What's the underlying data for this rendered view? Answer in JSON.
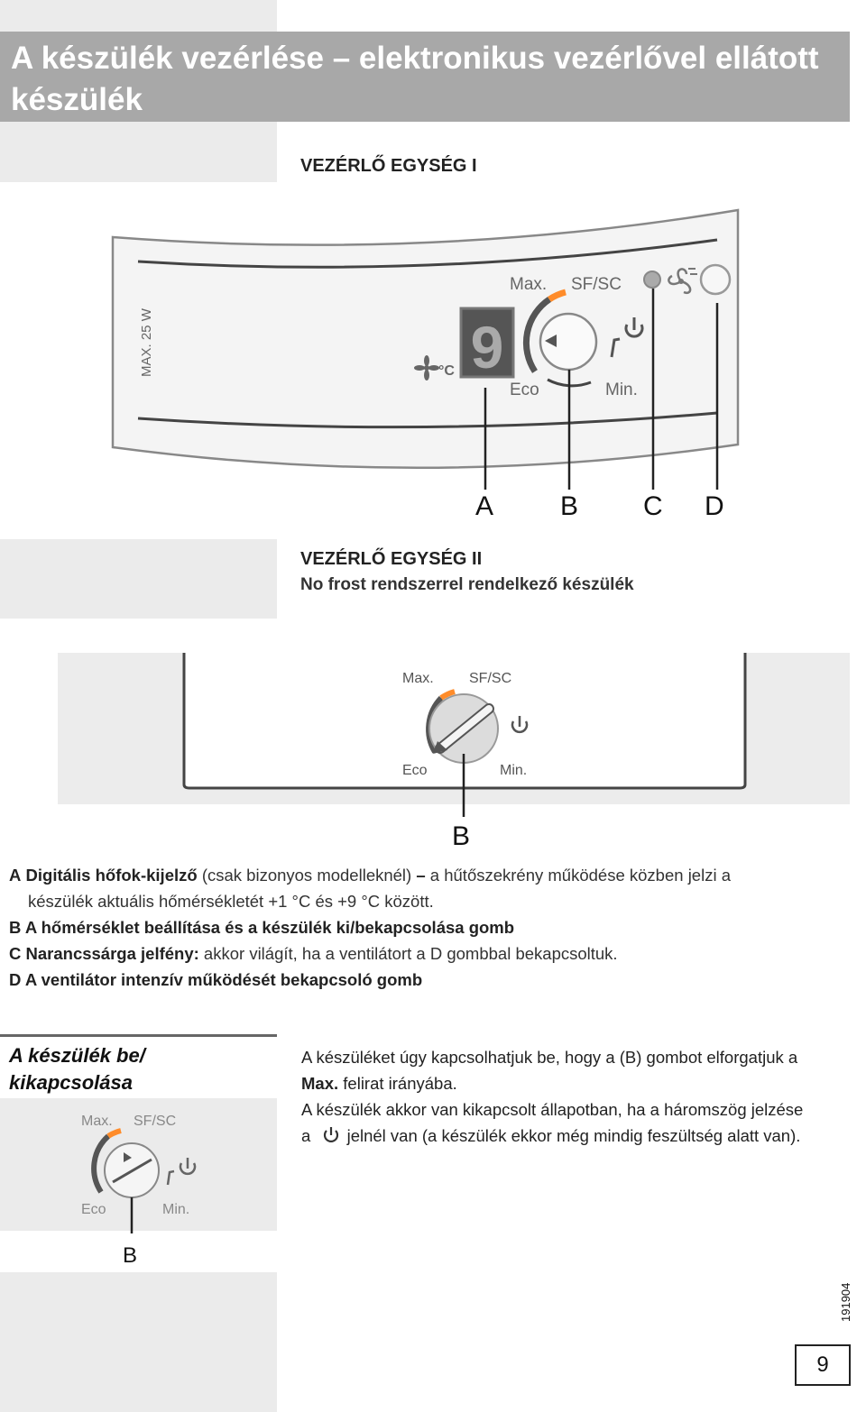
{
  "title": "A készülék vezérlése – elektronikus vezérlővel ellátott készülék",
  "unit1": {
    "heading": "VEZÉRLŐ EGYSÉG  I",
    "power_label": "MAX. 25 W",
    "display_digit": "9",
    "unit_label": "°C",
    "max_label": "Max.",
    "sfsc_label": "SF/SC",
    "eco_label": "Eco",
    "min_label": "Min.",
    "callouts": [
      "A",
      "B",
      "C",
      "D"
    ]
  },
  "unit2": {
    "heading": "VEZÉRLŐ EGYSÉG  II",
    "subheading": "No frost rendszerrel rendelkező készülék",
    "max_label": "Max.",
    "sfsc_label": "SF/SC",
    "eco_label": "Eco",
    "min_label": "Min.",
    "callout": "B"
  },
  "descriptions": {
    "a_letter": "A",
    "a_bold": "Digitális hőfok-kijelző",
    "a_text": " (csak bizonyos modelleknél) ",
    "a_dash": "–",
    "a_text2": " a hűtőszekrény működése közben jelzi a",
    "a_line2": "készülék aktuális hőmérsékletét +1 °C és +9 °C között.",
    "b_line": "B A hőmérséklet beállítása és a készülék ki/bekapcsolása gomb",
    "c_bold": "C Narancssárga jelfény:",
    "c_text": " akkor világít, ha a ventilátort a D gombbal bekapcsoltuk.",
    "d_line": "D A ventilátor intenzív működését bekapcsoló gomb"
  },
  "onoff": {
    "title_line1": "A készülék be/",
    "title_line2": "kikapcsolása",
    "text1": "A készüléket úgy kapcsolhatjuk be, hogy a (B) gombot elforgatjuk a",
    "text2_bold": "Max.",
    "text2": " felirat irányába.",
    "text3": "A készülék akkor van kikapcsolt állapotban, ha a háromszög jelzése",
    "text4_pre": "a",
    "text4": " jelnél van (a készülék ekkor még mindig feszültség alatt van).",
    "max_label": "Max.",
    "sfsc_label": "SF/SC",
    "eco_label": "Eco",
    "min_label": "Min.",
    "callout": "B"
  },
  "doc_code": "191904",
  "page_number": "9"
}
